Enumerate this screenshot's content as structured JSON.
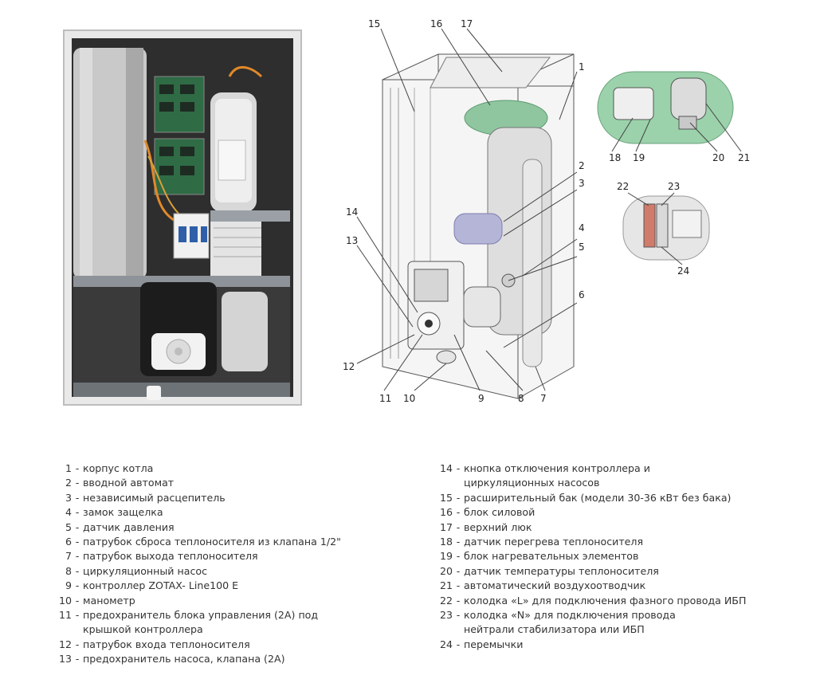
{
  "callouts": [
    "1",
    "2",
    "3",
    "4",
    "5",
    "6",
    "7",
    "8",
    "9",
    "10",
    "11",
    "12",
    "13",
    "14",
    "15",
    "16",
    "17",
    "18",
    "19",
    "20",
    "21",
    "22",
    "23",
    "24"
  ],
  "legend": {
    "left": [
      {
        "num": "1",
        "text": "корпус котла"
      },
      {
        "num": "2",
        "text": "вводной автомат"
      },
      {
        "num": "3",
        "text": "независимый расцепитель"
      },
      {
        "num": "4",
        "text": "замок защелка"
      },
      {
        "num": "5",
        "text": "датчик давления"
      },
      {
        "num": "6",
        "text": "патрубок сброса теплоносителя из клапана 1/2\""
      },
      {
        "num": "7",
        "text": "патрубок выхода теплоносителя"
      },
      {
        "num": "8",
        "text": "циркуляционный насос"
      },
      {
        "num": "9",
        "text": "контроллер ZOTAX- Line100 E"
      },
      {
        "num": "10",
        "text": "манометр"
      },
      {
        "num": "11",
        "text": "предохранитель блока управления (2А) под крышкой контроллера"
      },
      {
        "num": "12",
        "text": "патрубок входа теплоносителя"
      },
      {
        "num": "13",
        "text": "предохранитель насоса, клапана (2А)"
      }
    ],
    "right": [
      {
        "num": "14",
        "text": "кнопка отключения контроллера и циркуляционных насосов"
      },
      {
        "num": "15",
        "text": "расширительный бак (модели 30-36 кВт без бака)"
      },
      {
        "num": "16",
        "text": "блок силовой"
      },
      {
        "num": "17",
        "text": "верхний люк"
      },
      {
        "num": "18",
        "text": "датчик перегрева теплоносителя"
      },
      {
        "num": "19",
        "text": "блок нагревательных элементов"
      },
      {
        "num": "20",
        "text": "датчик температуры теплоносителя"
      },
      {
        "num": "21",
        "text": "автоматический воздухоотводчик"
      },
      {
        "num": "22",
        "text": "колодка «L» для подключения фазного провода ИБП"
      },
      {
        "num": "23",
        "text": "колодка «N» для подключения провода нейтрали стабилизатора или ИБП"
      },
      {
        "num": "24",
        "text": "перемычки"
      }
    ]
  }
}
